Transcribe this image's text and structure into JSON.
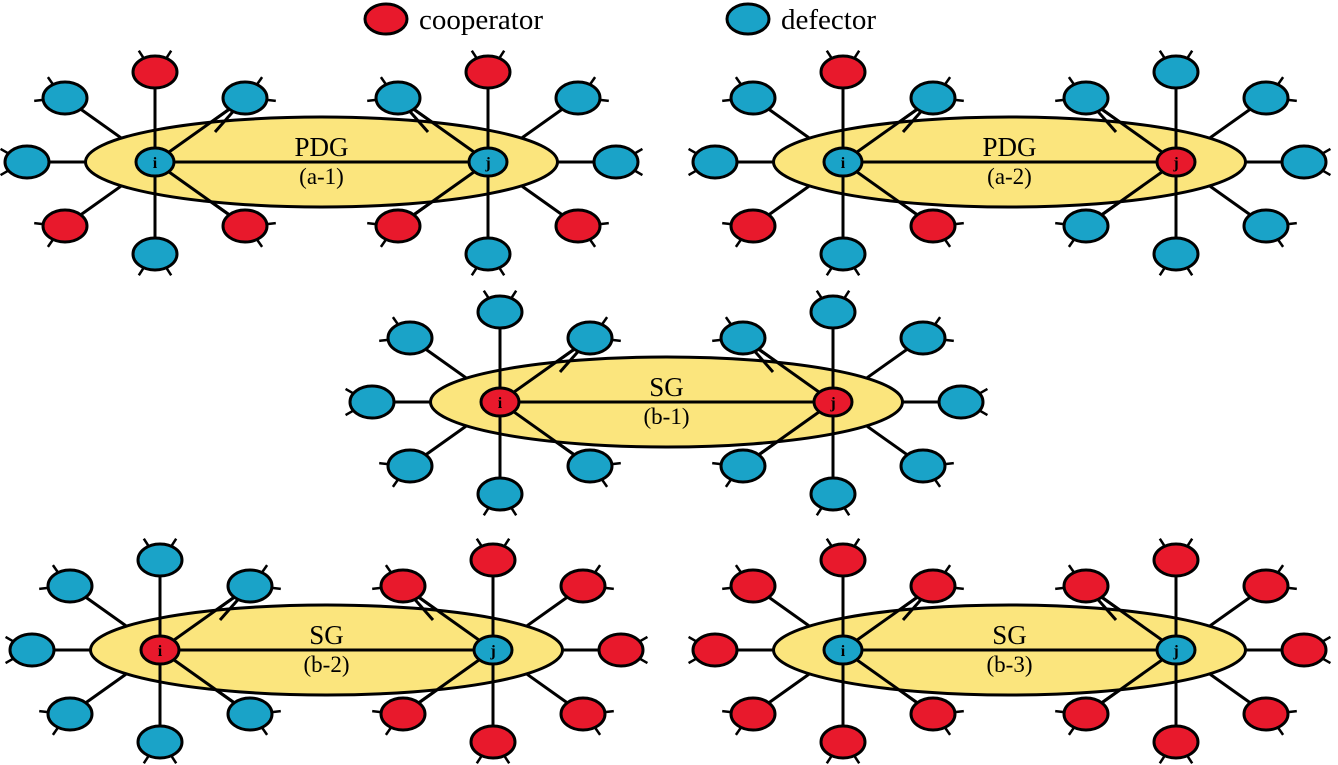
{
  "legend": {
    "cooperator_label": "cooperator",
    "defector_label": "defector"
  },
  "colors": {
    "cooperator": "#E8192C",
    "defector": "#1AA3C8",
    "group": "#FBE57D",
    "line": "#000000"
  },
  "node_labels": {
    "i": "i",
    "j": "j"
  },
  "panels": [
    {
      "id": "a-1",
      "game": "PDG",
      "label": "(a-1)",
      "i": "defector",
      "j": "defector",
      "i_neighbors": [
        "defector",
        "cooperator",
        "defector",
        "defector",
        "cooperator",
        "defector",
        "cooperator"
      ],
      "j_neighbors": [
        "defector",
        "cooperator",
        "defector",
        "defector",
        "cooperator",
        "defector",
        "cooperator"
      ]
    },
    {
      "id": "a-2",
      "game": "PDG",
      "label": "(a-2)",
      "i": "defector",
      "j": "cooperator",
      "i_neighbors": [
        "defector",
        "cooperator",
        "defector",
        "defector",
        "cooperator",
        "defector",
        "cooperator"
      ],
      "j_neighbors": [
        "defector",
        "defector",
        "defector",
        "defector",
        "defector",
        "defector",
        "defector"
      ]
    },
    {
      "id": "b-1",
      "game": "SG",
      "label": "(b-1)",
      "i": "cooperator",
      "j": "cooperator",
      "i_neighbors": [
        "defector",
        "defector",
        "defector",
        "defector",
        "defector",
        "defector",
        "defector"
      ],
      "j_neighbors": [
        "defector",
        "defector",
        "defector",
        "defector",
        "defector",
        "defector",
        "defector"
      ]
    },
    {
      "id": "b-2",
      "game": "SG",
      "label": "(b-2)",
      "i": "cooperator",
      "j": "defector",
      "i_neighbors": [
        "defector",
        "defector",
        "defector",
        "defector",
        "defector",
        "defector",
        "defector"
      ],
      "j_neighbors": [
        "cooperator",
        "cooperator",
        "cooperator",
        "cooperator",
        "cooperator",
        "cooperator",
        "cooperator"
      ]
    },
    {
      "id": "b-3",
      "game": "SG",
      "label": "(b-3)",
      "i": "defector",
      "j": "defector",
      "i_neighbors": [
        "cooperator",
        "cooperator",
        "cooperator",
        "cooperator",
        "cooperator",
        "cooperator",
        "cooperator"
      ],
      "j_neighbors": [
        "cooperator",
        "cooperator",
        "cooperator",
        "cooperator",
        "cooperator",
        "cooperator",
        "cooperator"
      ]
    }
  ]
}
